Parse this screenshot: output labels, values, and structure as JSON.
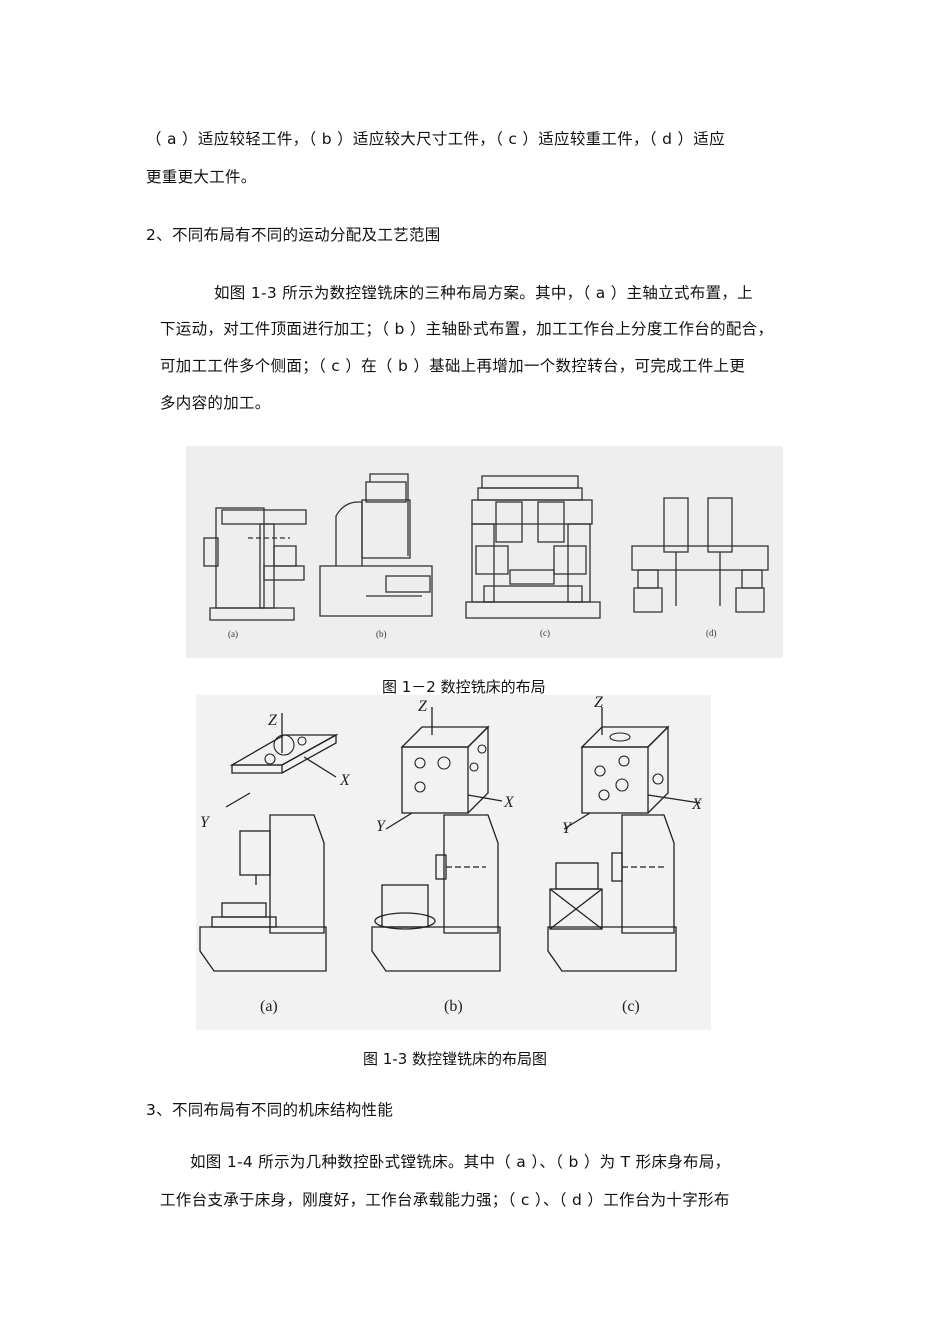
{
  "paragraph1": {
    "line1": "（ a ）适应较轻工件，（ b ）适应较大尺寸工件，（ c ）适应较重工件，（ d ）适应",
    "line2": "更重更大工件。"
  },
  "heading2": "2、不同布局有不同的运动分配及工艺范围",
  "paragraph2": {
    "line1": "如图 1-3 所示为数控镗铣床的三种布局方案。其中，（ a ）主轴立式布置，上",
    "line2": "下运动，对工件顶面进行加工；（ b ）主轴卧式布置，加工工作台上分度工作台的配合，",
    "line3": "可加工工件多个侧面；（ c ）在（ b ）基础上再增加一个数控转台，可完成工件上更",
    "line4": "多内容的加工。"
  },
  "figure1": {
    "labels": [
      "(a)",
      "(b)",
      "(c)",
      "(d)"
    ],
    "caption": "图 1－2 数控铣床的布局"
  },
  "figure2": {
    "axis_z": "Z",
    "axis_x": "X",
    "axis_y": "Y",
    "labels": [
      "(a)",
      "(b)",
      "(c)"
    ],
    "caption": "图 1-3 数控镗铣床的布局图"
  },
  "heading3": "3、不同布局有不同的机床结构性能",
  "paragraph3": {
    "line1": "如图 1-4 所示为几种数控卧式镗铣床。其中（ a ）、（ b ）为 T 形床身布局，",
    "line2": "工作台支承于床身，刚度好，工作台承载能力强；（ c ）、（ d ）工作台为十字形布"
  }
}
